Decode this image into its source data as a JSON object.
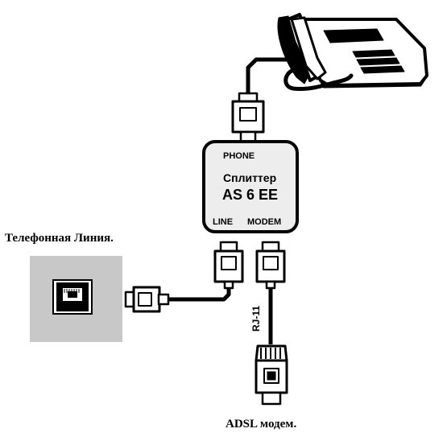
{
  "splitter": {
    "phone_port": "PHONE",
    "name": "Сплиттер",
    "model": "AS 6 EE",
    "line_port": "LINE",
    "modem_port": "MODEM"
  },
  "wall_jack": {
    "label": "Телефонная Линия."
  },
  "modem": {
    "label": "ADSL модем."
  },
  "cable": {
    "label": "RJ-11"
  },
  "colors": {
    "wall_plate": "#c8c8c8",
    "splitter_body": "#ededed",
    "outline": "#000000"
  }
}
